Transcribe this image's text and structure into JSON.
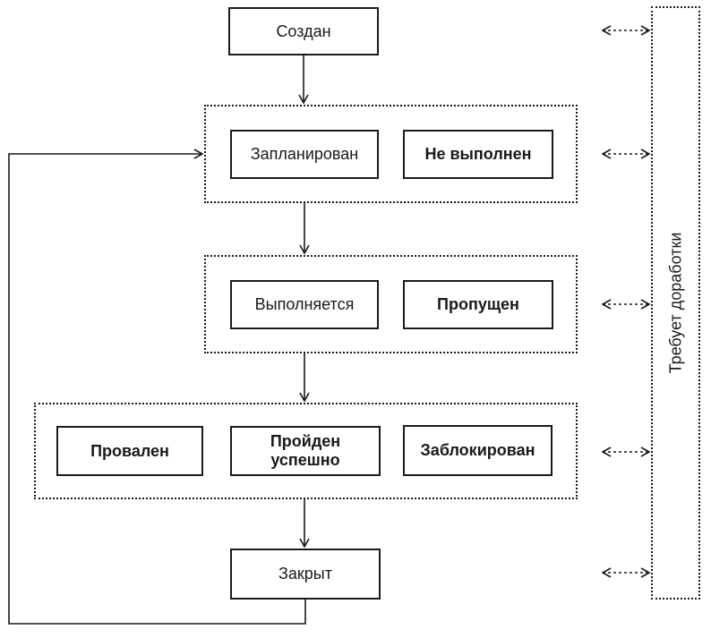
{
  "colors": {
    "line": "#1a1a1a",
    "background": "#ffffff"
  },
  "nodes": {
    "created": {
      "label": "Создан"
    },
    "planned": {
      "label": "Запланирован"
    },
    "not_executed": {
      "label": "Не выполнен"
    },
    "in_progress": {
      "label": "Выполняется"
    },
    "skipped": {
      "label": "Пропущен"
    },
    "failed": {
      "label": "Провален"
    },
    "passed": {
      "label": "Пройден успешно"
    },
    "blocked": {
      "label": "Заблокирован"
    },
    "closed": {
      "label": "Закрыт"
    },
    "rework": {
      "label": "Требует доработки"
    }
  }
}
